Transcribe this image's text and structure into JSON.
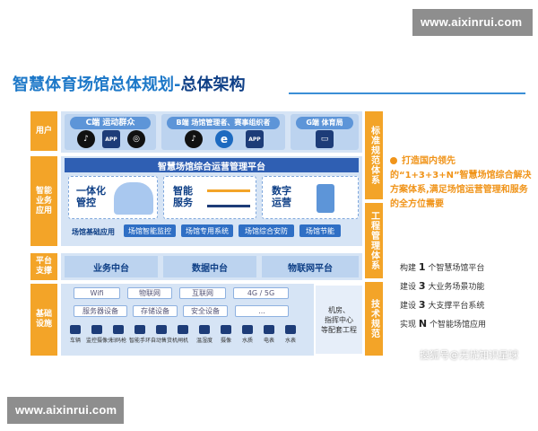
{
  "watermarks": {
    "top": "www.aixinrui.com",
    "bottom": "www.aixinrui.com"
  },
  "title": {
    "main": "智慧体育场馆总体规划-",
    "bold": "总体架构"
  },
  "left_labels": {
    "user": "用户",
    "app": "智能\n业务\n应用",
    "platform": "平台\n支撑",
    "infra": "基础\n设施"
  },
  "rails": {
    "top": "标准规范体系",
    "mid": "工程管理体系",
    "bottom": "技术规范"
  },
  "user_row": {
    "cards": [
      {
        "title": "C端  运动群众",
        "icons": [
          "tiktok-icon",
          "app-icon",
          "wechat-icon"
        ],
        "glyphs": [
          "♪",
          "APP",
          "◎"
        ]
      },
      {
        "title": "B端  场馆管理者、赛事组织者",
        "icons": [
          "tiktok-icon",
          "ie-icon",
          "app-icon"
        ],
        "glyphs": [
          "♪",
          "e",
          "APP"
        ]
      },
      {
        "title": "G端 体育局",
        "icons": [
          "display-icon"
        ],
        "glyphs": [
          "▭"
        ]
      }
    ]
  },
  "platform_bar": "智慧场馆综合运营管理平台",
  "modules": [
    {
      "title": "一体化\n管控"
    },
    {
      "title": "智能\n服务"
    },
    {
      "title": "数字\n运营"
    }
  ],
  "basic_apps": {
    "label": "场馆基础应用",
    "items": [
      "场馆智能监控",
      "场馆专用系统",
      "场馆综合安防",
      "场馆节能"
    ]
  },
  "support": [
    "业务中台",
    "数据中台",
    "物联网平台"
  ],
  "infra": {
    "row1": [
      "Wifi",
      "物联网",
      "互联网",
      "4G / 5G"
    ],
    "row2": [
      "服务器设备",
      "存储设备",
      "安全设备",
      "..."
    ],
    "devices": [
      "车辆",
      "监控摄像头",
      "扫码枪",
      "智能手环",
      "自动售货机",
      "闸机",
      "温湿度",
      "摄像",
      "水质",
      "电表",
      "水表"
    ],
    "room": "机房、\n指挥中心\n等配套工程"
  },
  "highlight": "打造国内领先的“1+3+3+N”智慧场馆综合解决方案体系,满足场馆运营管理和服务的全方位需要",
  "stats": [
    {
      "pre": "构建",
      "num": "1",
      "post": "个智慧场馆平台"
    },
    {
      "pre": "建设",
      "num": "3",
      "post": "大业务场景功能"
    },
    {
      "pre": "建设",
      "num": "3",
      "post": "大支撑平台系统"
    },
    {
      "pre": "实现",
      "num": "N",
      "post": "个智能场馆应用"
    }
  ],
  "signature": "搜狐号@无忧知识星球",
  "colors": {
    "blue": "#1d78c8",
    "navy": "#0e3f86",
    "orange": "#f3a428",
    "bar": "#2f5fb3"
  }
}
